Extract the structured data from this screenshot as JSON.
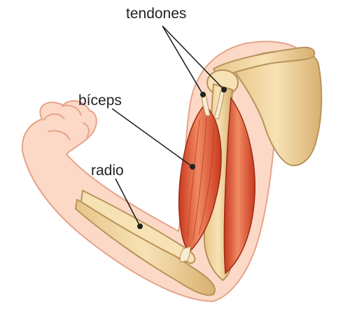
{
  "labels": {
    "tendons": "tendones",
    "biceps": "bíceps",
    "radius": "radio"
  },
  "colors": {
    "skin": "#fbd9c6",
    "skin_edge": "#e6a38a",
    "bone": "#f0d49a",
    "bone_edge": "#b8935a",
    "muscle": "#d9482b",
    "muscle_light": "#f08a63",
    "tendon": "#f6ecd4",
    "leader": "#222222"
  }
}
